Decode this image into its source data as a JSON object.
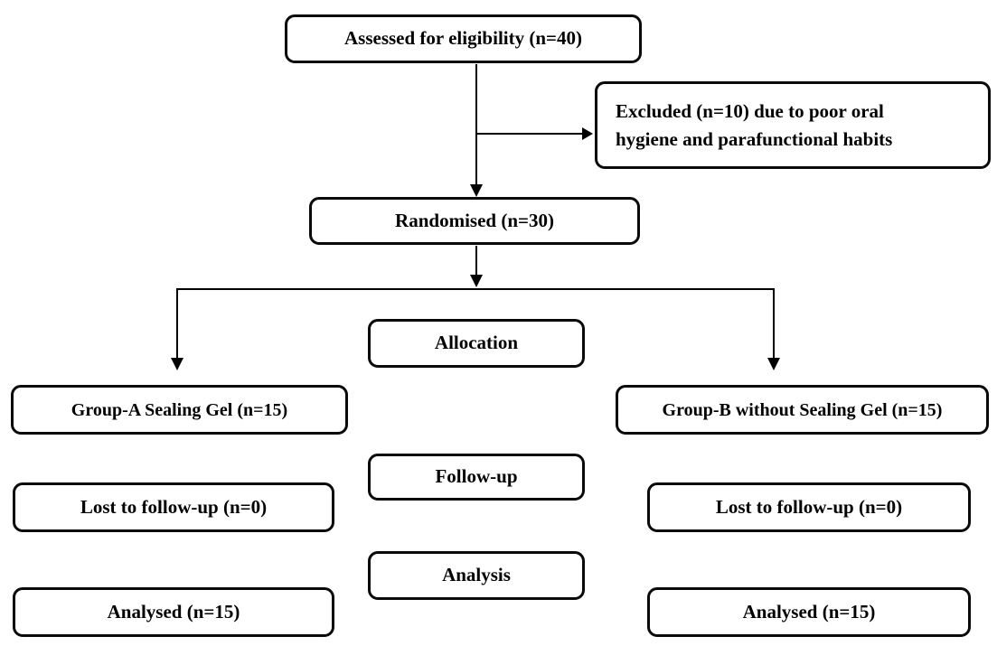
{
  "diagram": {
    "type": "consort-flowchart",
    "colors": {
      "box_border": "#0a0a0a",
      "box_fill": "#ffffff",
      "text": "#000000",
      "background": "#ffffff",
      "arrow": "#000000"
    },
    "nodes": {
      "assessed": {
        "label": "Assessed for eligibility (n=40)"
      },
      "excluded": {
        "label": "Excluded (n=10) due to poor oral hygiene and parafunctional habits",
        "lines": [
          "Excluded (n=10) due to poor oral",
          "hygiene and parafunctional habits"
        ]
      },
      "randomised": {
        "label": "Randomised (n=30)"
      },
      "allocation": {
        "label": "Allocation"
      },
      "group_a": {
        "label": "Group-A Sealing Gel (n=15)"
      },
      "group_b": {
        "label": "Group-B without Sealing Gel (n=15)"
      },
      "follow_up": {
        "label": "Follow-up"
      },
      "lost_a": {
        "label": "Lost to follow-up (n=0)"
      },
      "lost_b": {
        "label": "Lost to follow-up (n=0)"
      },
      "analysis": {
        "label": "Analysis"
      },
      "analysed_a": {
        "label": "Analysed (n=15)"
      },
      "analysed_b": {
        "label": "Analysed (n=15)"
      }
    },
    "edges": [
      "assessed -> randomised",
      "assessed -> excluded",
      "randomised -> group_a",
      "randomised -> group_b"
    ]
  }
}
